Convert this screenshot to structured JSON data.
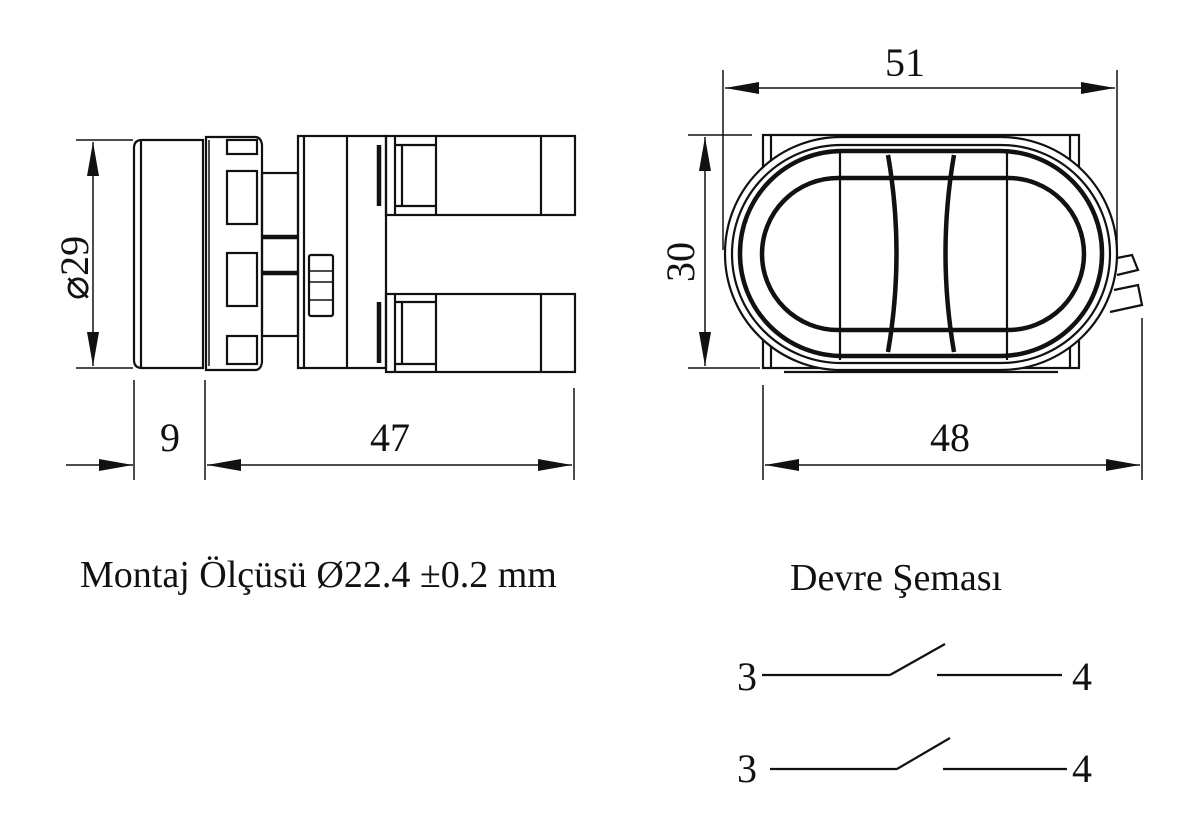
{
  "dimensions": {
    "diameter": "⌀29",
    "cap_depth": "9",
    "body_length": "47",
    "width_overall": "51",
    "height": "30",
    "width_body": "48"
  },
  "captions": {
    "mounting": "Montaj Ölçüsü Ø22.4 ±0.2 mm",
    "circuit_title": "Devre Şeması"
  },
  "circuit": {
    "rows": [
      {
        "left": "3",
        "right": "4"
      },
      {
        "left": "3",
        "right": "4"
      }
    ]
  },
  "colors": {
    "ink": "#111111",
    "background": "#ffffff"
  }
}
